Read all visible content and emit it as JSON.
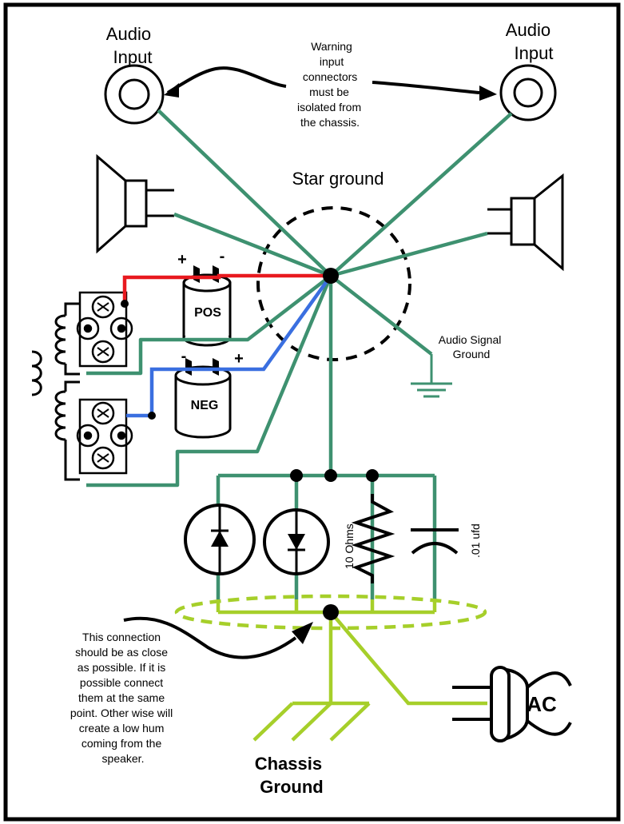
{
  "labels": {
    "audio_input_left": [
      "Audio",
      "Input"
    ],
    "audio_input_right": [
      "Audio",
      "Input"
    ],
    "warning_word": "Warning",
    "warning_lines": [
      "input",
      "connectors",
      "must be",
      "isolated from",
      "the chassis."
    ],
    "star_ground": "Star ground",
    "audio_signal_ground": [
      "Audio Signal",
      "Ground"
    ],
    "pos_cap": "POS",
    "neg_cap": "NEG",
    "plus_sign": "+",
    "minus_sign": "-",
    "resistor": "10 Ohms",
    "capacitor": ".01 ufd",
    "note_lines": [
      "This connection",
      "should be as close",
      "as possible. If it is",
      "possible connect",
      "them at the same",
      "point. Other wise will",
      "create a low hum",
      "coming from the",
      "speaker."
    ],
    "ac": "AC",
    "chassis_ground": [
      "Chassis",
      "Ground"
    ]
  },
  "colors": {
    "ground_wire": "#3e9170",
    "chassis_wire": "#a6cf2a",
    "positive_wire": "#e8191f",
    "negative_wire": "#3a6fe0",
    "warning_text": "#e8191f",
    "pos_text": "#e8191f",
    "neg_text": "#3a6fe0"
  }
}
